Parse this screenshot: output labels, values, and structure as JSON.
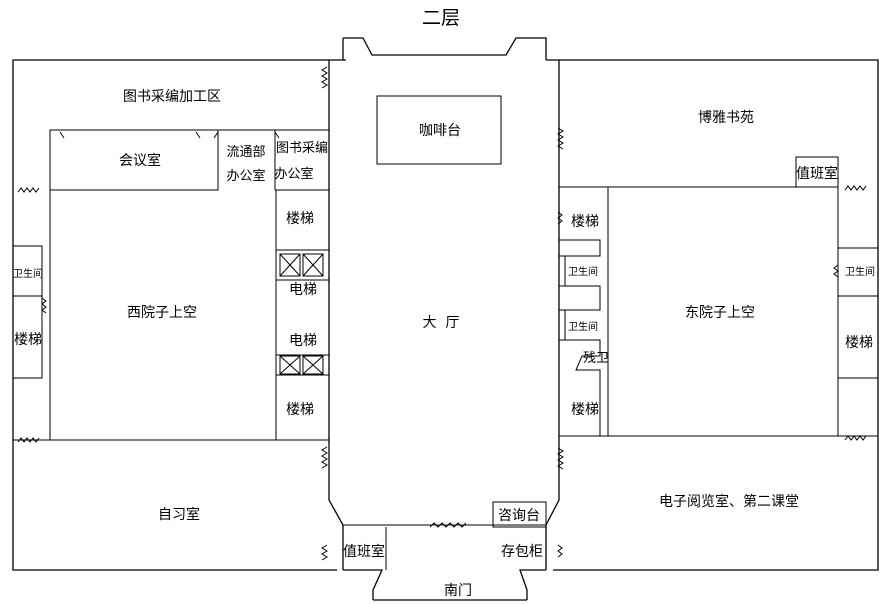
{
  "floor_title": "二层",
  "rooms": {
    "library_processing": "图书采编加工区",
    "meeting_room": "会议室",
    "circulation_office_1": "流通部",
    "circulation_office_2": "办公室",
    "acquisition_office_1": "图书采编",
    "acquisition_office_2": "办公室",
    "stairs_w_top": "楼梯",
    "elevator_w_1": "电梯",
    "elevator_w_2": "电梯",
    "stairs_w_bottom": "楼梯",
    "restroom_far_w": "卫生间",
    "stairs_far_w": "楼梯",
    "west_courtyard": "西院子上空",
    "study_room": "自习室",
    "cafe_counter": "咖啡台",
    "hall": "大  厅",
    "info_desk": "咨询台",
    "duty_room_south": "值班室",
    "locker": "存包柜",
    "south_gate": "南门",
    "boya_study": "博雅书苑",
    "duty_room_east": "值班室",
    "stairs_e_top": "楼梯",
    "restroom_e_1": "卫生间",
    "restroom_e_2": "卫生间",
    "accessible_wc": "残卫",
    "stairs_e_bottom": "楼梯",
    "east_courtyard": "东院子上空",
    "restroom_far_e": "卫生间",
    "stairs_far_e": "楼梯",
    "e_reading_room": "电子阅览室、第二课堂"
  }
}
